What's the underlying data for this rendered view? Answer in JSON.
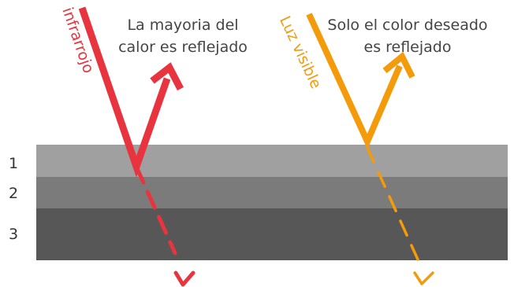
{
  "colors": {
    "infrared": "#e8343f",
    "visible": "#f49b0c",
    "layer_1": "#a0a0a0",
    "layer_2": "#7b7b7b",
    "layer_3": "#575757",
    "text": "#444444"
  },
  "layers": [
    {
      "label": "1"
    },
    {
      "label": "2"
    },
    {
      "label": "3"
    }
  ],
  "rays": {
    "infrared": {
      "label": "infrarrojo",
      "caption_lines": [
        "La mayoria del",
        "calor es reflejado"
      ]
    },
    "visible": {
      "label": "Luz visible",
      "caption_lines": [
        "Solo el color deseado",
        "es reflejado"
      ]
    }
  }
}
